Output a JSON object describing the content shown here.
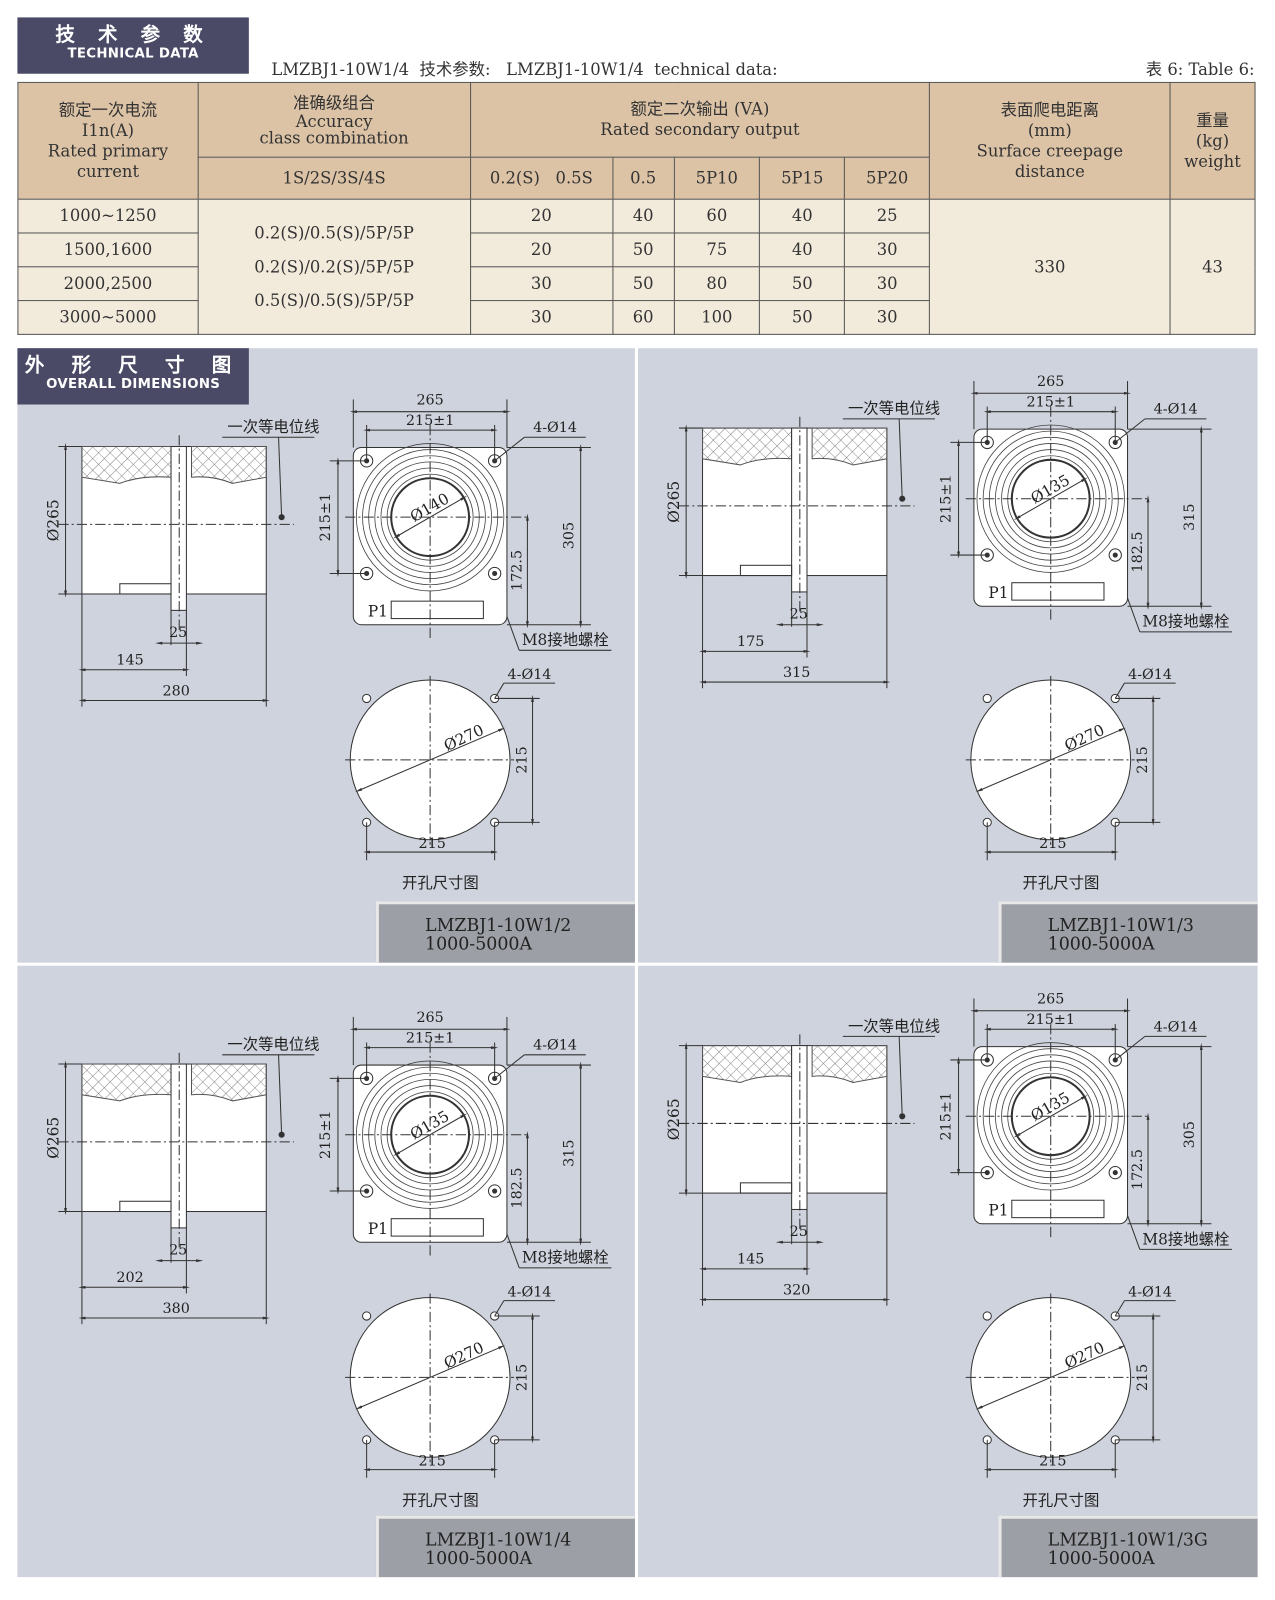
{
  "header": {
    "title_cn": "技 术 参 数",
    "title_en": "TECHNICAL DATA",
    "caption": "LMZBJ1-10W1/4  技术参数:   LMZBJ1-10W1/4  technical data:",
    "table_no": "表 6: Table 6:"
  },
  "table": {
    "h_current": [
      "额定一次电流",
      "I1n(A)",
      "Rated primary",
      "current"
    ],
    "h_accuracy": [
      "准确级组合",
      "Accuracy",
      "class combination"
    ],
    "h_accuracy_sub": "1S/2S/3S/4S",
    "h_output": [
      "额定二次输出 (VA)",
      "Rated secondary output"
    ],
    "h_output_cols": [
      "0.2(S)   0.5S",
      "0.5",
      "5P10",
      "5P15",
      "5P20"
    ],
    "h_creepage": [
      "表面爬电距离",
      "(mm)",
      "Surface creepage",
      "distance"
    ],
    "h_weight": [
      "重量",
      "(kg)",
      "weight"
    ],
    "rows": [
      {
        "current": "1000~1250",
        "values": [
          "20",
          "40",
          "60",
          "40",
          "25"
        ]
      },
      {
        "current": "1500,1600",
        "values": [
          "20",
          "50",
          "75",
          "40",
          "30"
        ]
      },
      {
        "current": "2000,2500",
        "values": [
          "30",
          "50",
          "80",
          "50",
          "30"
        ]
      },
      {
        "current": "3000~5000",
        "values": [
          "30",
          "60",
          "100",
          "50",
          "30"
        ]
      }
    ],
    "accuracy": [
      "0.2(S)/0.5(S)/5P/5P",
      "0.2(S)/0.2(S)/5P/5P",
      "0.5(S)/0.5(S)/5P/5P"
    ],
    "creepage": "330",
    "weight": "43"
  },
  "dimensions": {
    "title_cn": "外 形 尺 寸 图",
    "title_en": "OVERALL DIMENSIONS"
  },
  "panels": [
    {
      "model": "LMZBJ1-10W1/2",
      "range": "1000-5000A",
      "bond_label": "一次等电位线",
      "side": {
        "dia": "Ø265",
        "small": "25",
        "mid": "145",
        "total": "280"
      },
      "front": {
        "width": "265",
        "pitch_h": "215±1",
        "holes": "4-Ø14",
        "pitch_v": "215±1",
        "bore": "Ø140",
        "center_h": "172.5",
        "height": "305",
        "p1": "P1",
        "bolt": "M8接地螺栓"
      },
      "cutout": {
        "holes": "4-Ø14",
        "dia": "Ø270",
        "pitch_v": "215",
        "pitch_h": "215",
        "title": "开孔尺寸图"
      }
    },
    {
      "model": "LMZBJ1-10W1/3",
      "range": "1000-5000A",
      "bond_label": "一次等电位线",
      "side": {
        "dia": "Ø265",
        "small": "25",
        "mid": "175",
        "total": "315"
      },
      "front": {
        "width": "265",
        "pitch_h": "215±1",
        "holes": "4-Ø14",
        "pitch_v": "215±1",
        "bore": "Ø135",
        "center_h": "182.5",
        "height": "315",
        "p1": "P1",
        "bolt": "M8接地螺栓"
      },
      "cutout": {
        "holes": "4-Ø14",
        "dia": "Ø270",
        "pitch_v": "215",
        "pitch_h": "215",
        "title": "开孔尺寸图"
      }
    },
    {
      "model": "LMZBJ1-10W1/4",
      "range": "1000-5000A",
      "bond_label": "一次等电位线",
      "side": {
        "dia": "Ø265",
        "small": "25",
        "mid": "202",
        "total": "380"
      },
      "front": {
        "width": "265",
        "pitch_h": "215±1",
        "holes": "4-Ø14",
        "pitch_v": "215±1",
        "bore": "Ø135",
        "center_h": "182.5",
        "height": "315",
        "p1": "P1",
        "bolt": "M8接地螺栓"
      },
      "cutout": {
        "holes": "4-Ø14",
        "dia": "Ø270",
        "pitch_v": "215",
        "pitch_h": "215",
        "title": "开孔尺寸图"
      }
    },
    {
      "model": "LMZBJ1-10W1/3G",
      "range": "1000-5000A",
      "bond_label": "一次等电位线",
      "side": {
        "dia": "Ø265",
        "small": "25",
        "mid": "145",
        "total": "320"
      },
      "front": {
        "width": "265",
        "pitch_h": "215±1",
        "holes": "4-Ø14",
        "pitch_v": "215±1",
        "bore": "Ø135",
        "center_h": "172.5",
        "height": "305",
        "p1": "P1",
        "bolt": "M8接地螺栓"
      },
      "cutout": {
        "holes": "4-Ø14",
        "dia": "Ø270",
        "pitch_v": "215",
        "pitch_h": "215",
        "title": "开孔尺寸图"
      }
    }
  ]
}
